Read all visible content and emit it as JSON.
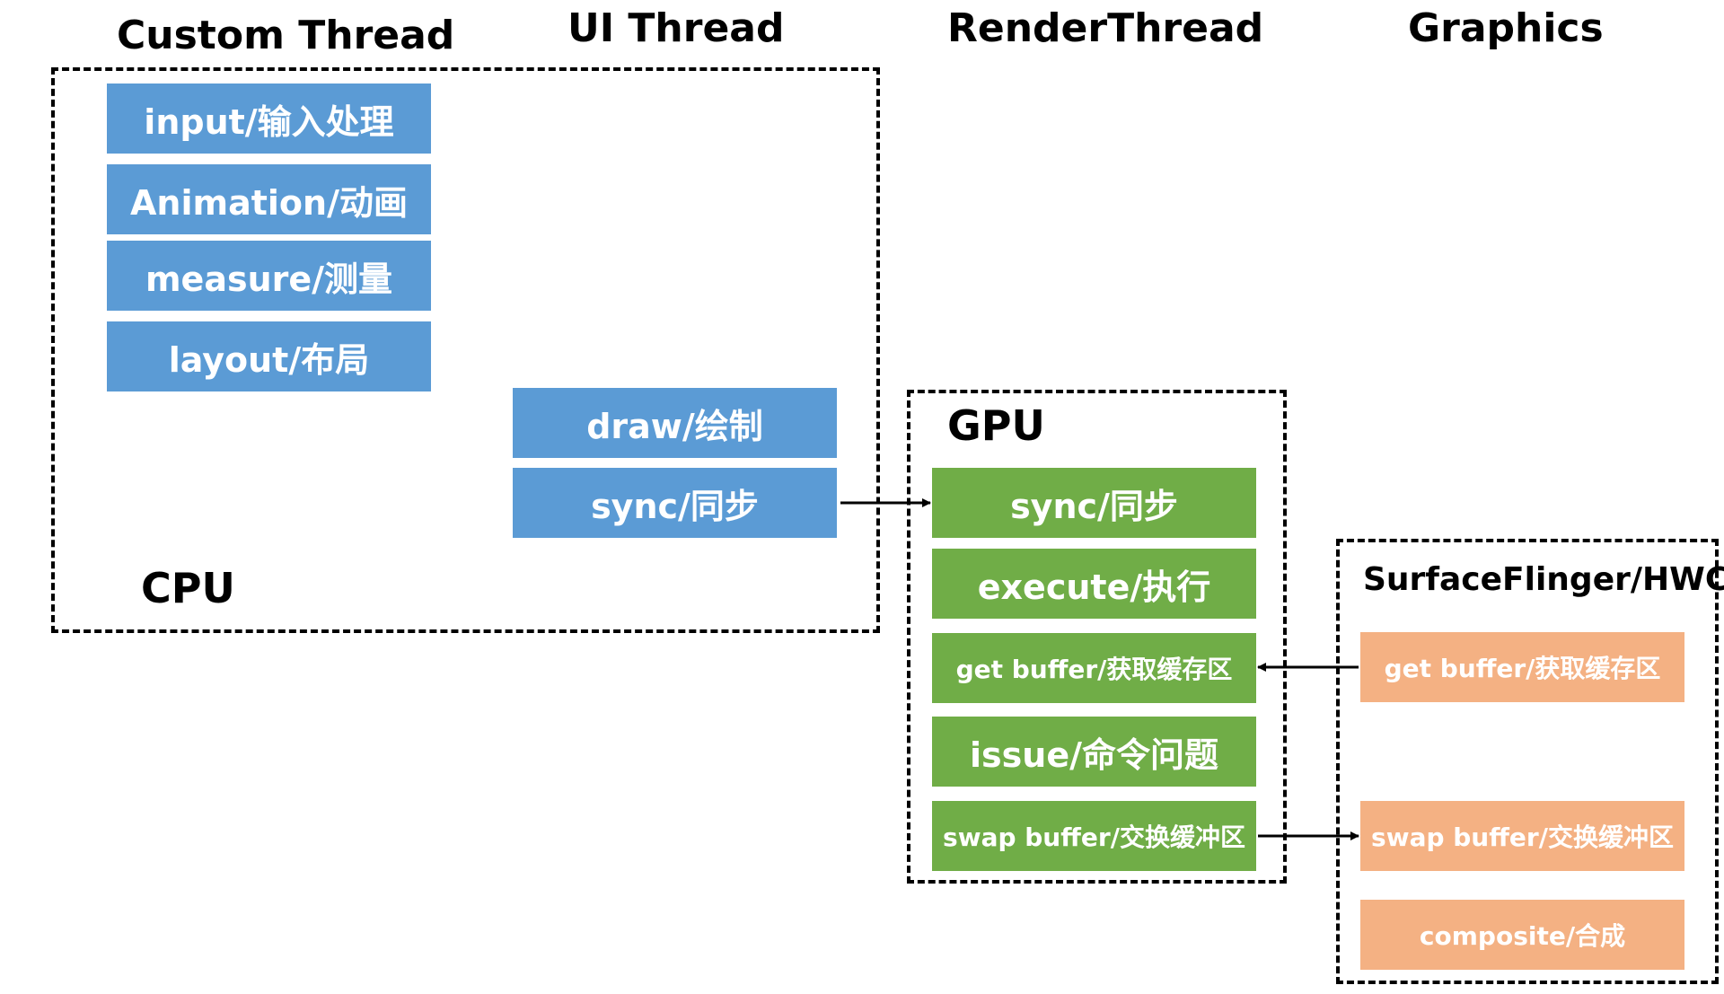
{
  "headings": {
    "custom_thread": "Custom Thread",
    "ui_thread": "UI Thread",
    "render_thread": "RenderThread",
    "graphics": "Graphics"
  },
  "cpu": {
    "label": "CPU",
    "custom_thread_steps": [
      "input/输入处理",
      "Animation/动画",
      "measure/测量",
      "layout/布局"
    ],
    "ui_thread_steps": [
      "draw/绘制",
      "sync/同步"
    ]
  },
  "gpu": {
    "label": "GPU",
    "steps": [
      "sync/同步",
      "execute/执行",
      "get buffer/获取缓存区",
      "issue/命令问题",
      "swap buffer/交换缓冲区"
    ]
  },
  "surfaceflinger": {
    "label": "SurfaceFlinger/HWC",
    "steps": [
      "get buffer/获取缓存区",
      "swap buffer/交换缓冲区",
      "composite/合成"
    ]
  },
  "colors": {
    "cpu_step": "#5b9bd5",
    "gpu_step": "#70ad47",
    "surfaceflinger_step": "#f4b183"
  }
}
